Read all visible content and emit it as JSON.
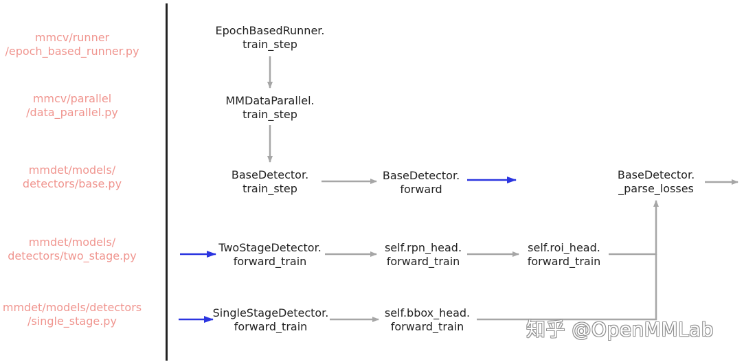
{
  "files": [
    {
      "line1": "mmcv/runner",
      "line2": "/epoch_based_runner.py"
    },
    {
      "line1": "mmcv/parallel",
      "line2": "/data_parallel.py"
    },
    {
      "line1": "mmdet/models/",
      "line2": "detectors/base.py"
    },
    {
      "line1": "mmdet/models/",
      "line2": "detectors/two_stage.py"
    },
    {
      "line1": "mmdet/models/detectors",
      "line2": "/single_stage.py"
    }
  ],
  "nodes": {
    "epoch_runner": {
      "line1": "EpochBasedRunner.",
      "line2": "train_step"
    },
    "mmdata_parallel": {
      "line1": "MMDataParallel.",
      "line2": "train_step"
    },
    "base_train_step": {
      "line1": "BaseDetector.",
      "line2": "train_step"
    },
    "base_forward": {
      "line1": "BaseDetector.",
      "line2": "forward"
    },
    "base_parse_losses": {
      "line1": "BaseDetector.",
      "line2": "_parse_losses"
    },
    "two_stage": {
      "line1": "TwoStageDetector.",
      "line2": "forward_train"
    },
    "rpn_head": {
      "line1": "self.rpn_head.",
      "line2": "forward_train"
    },
    "roi_head": {
      "line1": "self.roi_head.",
      "line2": "forward_train"
    },
    "single_stage": {
      "line1": "SingleStageDetector.",
      "line2": "forward_train"
    },
    "bbox_head": {
      "line1": "self.bbox_head.",
      "line2": "forward_train"
    }
  },
  "colors": {
    "file_label": "#f0958f",
    "gray_arrow": "#a6a6a6",
    "blue_arrow": "#2b35e0",
    "text": "#222222"
  },
  "watermark": "知乎 @OpenMMLab"
}
